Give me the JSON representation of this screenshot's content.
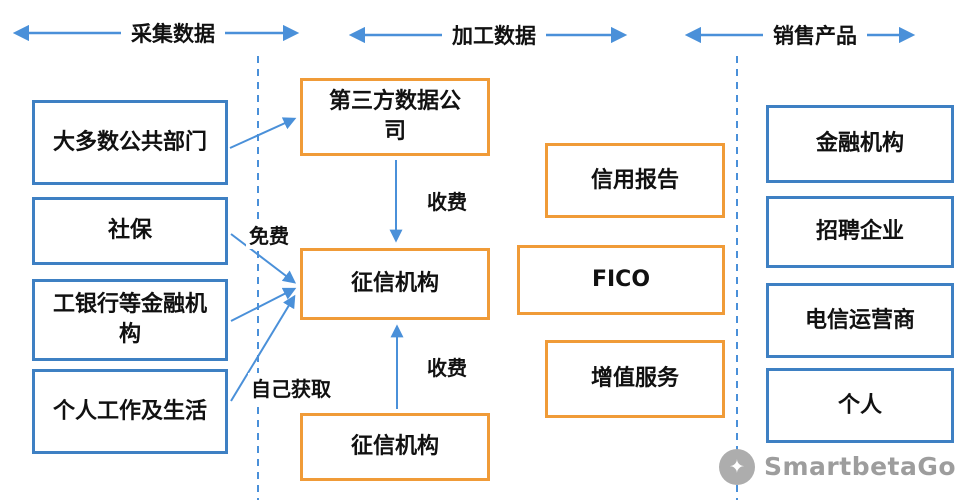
{
  "colors": {
    "blue": "#3E80C3",
    "orange": "#F09B38",
    "arrow": "#4A90D9",
    "watermark_grey": "#9D9D9D"
  },
  "header": {
    "sections": [
      {
        "label": "采集数据"
      },
      {
        "label": "加工数据"
      },
      {
        "label": "销售产品"
      }
    ]
  },
  "left_column": {
    "boxes": [
      {
        "label": "大多数公共部门"
      },
      {
        "label": "社保"
      },
      {
        "label": "工银行等金融机构"
      },
      {
        "label": "个人工作及生活"
      }
    ]
  },
  "middle_column": {
    "boxes": [
      {
        "label": "第三方数据公司"
      },
      {
        "label": "征信机构"
      },
      {
        "label": "征信机构"
      }
    ]
  },
  "product_column": {
    "boxes": [
      {
        "label": "信用报告"
      },
      {
        "label": "FICO"
      },
      {
        "label": "增值服务"
      }
    ]
  },
  "right_column": {
    "boxes": [
      {
        "label": "金融机构"
      },
      {
        "label": "招聘企业"
      },
      {
        "label": "电信运营商"
      },
      {
        "label": "个人"
      }
    ]
  },
  "edge_labels": {
    "fee_top": "收费",
    "free": "免费",
    "self_obtain": "自己获取",
    "fee_bottom": "收费"
  },
  "watermark": {
    "brand": "SmartbetaGo",
    "logo_glyph": "✦"
  }
}
